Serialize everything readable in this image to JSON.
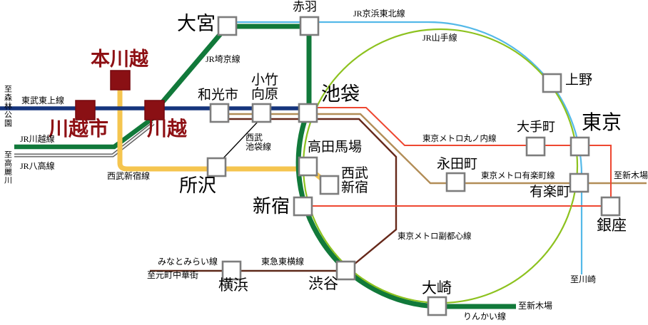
{
  "map": {
    "stations": {
      "omiya": {
        "label": "大宮"
      },
      "akabane": {
        "label": "赤羽"
      },
      "hon_kawagoe": {
        "label": "本川越"
      },
      "kawagoeshi": {
        "label": "川越市"
      },
      "kawagoe": {
        "label": "川越"
      },
      "wakoshi": {
        "label": "和光市"
      },
      "kotake_mukaihara": {
        "line1": "小竹",
        "line2": "向原"
      },
      "ikebukuro": {
        "label": "池袋"
      },
      "ueno": {
        "label": "上野"
      },
      "tokyo": {
        "label": "東京"
      },
      "otemachi": {
        "label": "大手町"
      },
      "nagatacho": {
        "label": "永田町"
      },
      "yurakucho": {
        "label": "有楽町"
      },
      "ginza": {
        "label": "銀座"
      },
      "takadanobaba": {
        "label": "高田馬場"
      },
      "seibu_shinjuku": {
        "line1": "西武",
        "line2": "新宿"
      },
      "shinjuku": {
        "label": "新宿"
      },
      "tokorozawa": {
        "label": "所沢"
      },
      "shibuya": {
        "label": "渋谷"
      },
      "yokohama": {
        "label": "横浜"
      },
      "osaki": {
        "label": "大崎"
      }
    },
    "lines": {
      "tobu_tojo": {
        "label": "東武東上線",
        "color": "#16357d"
      },
      "jr_kawagoe": {
        "label": "JR川越線",
        "color": "#11793a"
      },
      "jr_hachiko": {
        "label": "JR八高線",
        "color": "#ededed",
        "outline_color": "#4f4f4f"
      },
      "seibu_shinjuku_line": {
        "label": "西武新宿線",
        "color": "#f5c54f"
      },
      "jr_saikyo": {
        "label": "JR埼京線",
        "color": "#11793a"
      },
      "seibu_ikebukuro": {
        "line1": "西武",
        "line2": "池袋線",
        "color": "#000000"
      },
      "jr_keihin_tohoku": {
        "label": "JR京浜東北線",
        "color": "#54b9e8"
      },
      "jr_yamanote": {
        "label": "JR山手線",
        "color": "#8dc21f"
      },
      "marunouchi": {
        "label": "東京メトロ丸ノ内線",
        "color": "#ee4731"
      },
      "yurakucho_line": {
        "label": "東京メトロ有楽町線",
        "color": "#b28d57"
      },
      "fukutoshin": {
        "label": "東京メトロ副都心線",
        "color": "#66281a"
      },
      "minatomirai": {
        "label": "みなとみらい線",
        "color": "#5e2a1a"
      },
      "tokyu_toyoko": {
        "label": "東急東横線",
        "color": "#5e2a1a"
      },
      "rinkai": {
        "label": "りんかい線",
        "color": "#11793a"
      }
    },
    "destinations": {
      "shinrin_koen": "至森林公園",
      "komagawa": "至高麗川",
      "motomachi_chukagai": "至元町中華街",
      "shin_kiba_metro": "至新木場",
      "shin_kiba_rinkai": "至新木場",
      "kawasaki": "至川崎"
    },
    "colors": {
      "station_fill": "#ffffff",
      "station_border": "#7d7d7d",
      "kawagoe_station_fill": "#8a1014",
      "kawagoe_station_border": "#74090e",
      "background": "#ffffff"
    }
  }
}
